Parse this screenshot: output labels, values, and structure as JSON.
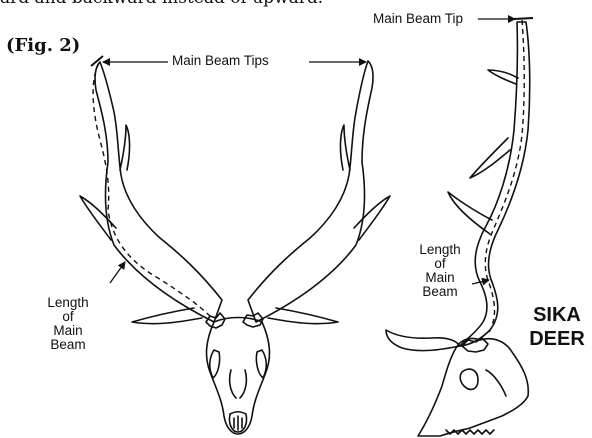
{
  "header": {
    "top_text": "ard and backward instead of upward.",
    "figure_label": "(Fig. 2)"
  },
  "labels": {
    "main_beam_tips": "Main Beam Tips",
    "main_beam_tip": "Main Beam Tip",
    "length_left": [
      "Length",
      "of",
      "Main",
      "Beam"
    ],
    "length_right": [
      "Length",
      "of",
      "Main",
      "Beam"
    ]
  },
  "title": [
    "SIKA",
    "DEER"
  ]
}
